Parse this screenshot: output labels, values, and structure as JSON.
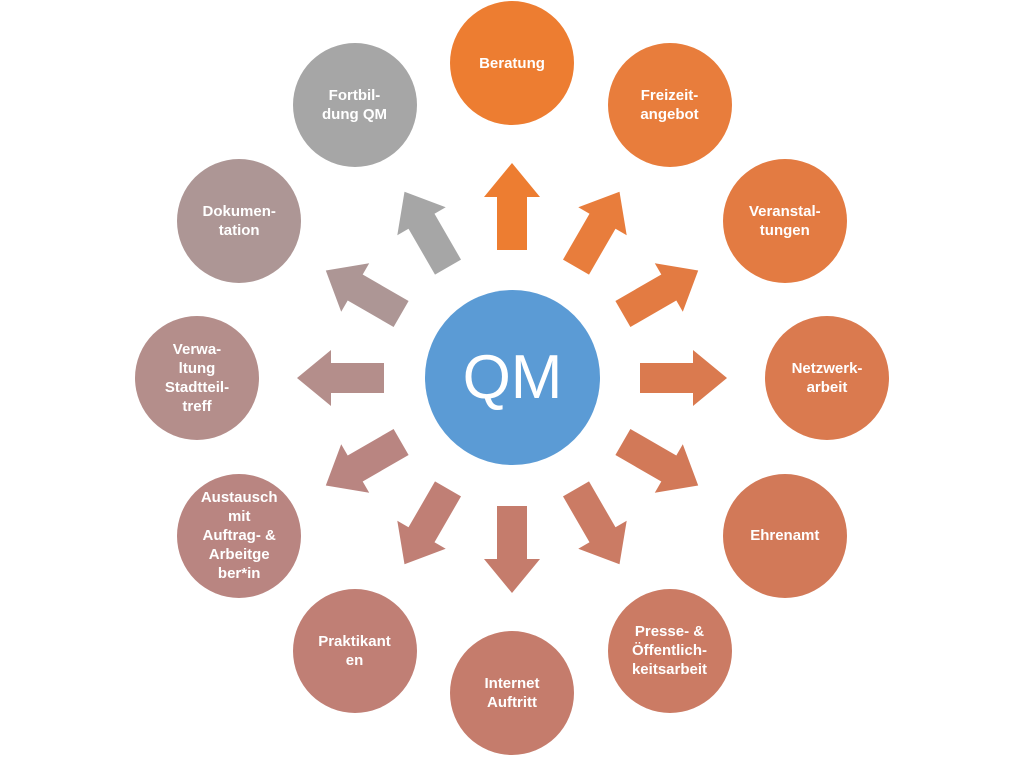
{
  "center": {
    "label": "QM",
    "color": "#5b9bd5"
  },
  "nodes": [
    {
      "id": "beratung",
      "label": "Beratung",
      "color": "#ed7d31"
    },
    {
      "id": "freizeitangebot",
      "label": "Freizeit-\nangebot",
      "color": "#e87d3c"
    },
    {
      "id": "veranstaltungen",
      "label": "Veranstal-\ntungen",
      "color": "#e37b42"
    },
    {
      "id": "netzwerkarbeit",
      "label": "Netzwerk-\narbeit",
      "color": "#da7a4f"
    },
    {
      "id": "ehrenamt",
      "label": "Ehrenamt",
      "color": "#d27958"
    },
    {
      "id": "presse",
      "label": "Presse- &\nÖffentlich-\nkeitsarbeit",
      "color": "#cb7b64"
    },
    {
      "id": "internet",
      "label": "Internet\nAuftritt",
      "color": "#c57c6c"
    },
    {
      "id": "praktikanten",
      "label": "Praktikant\nen",
      "color": "#c07f75"
    },
    {
      "id": "austausch",
      "label": "Austausch\nmit\nAuftrag- &\nArbeitge\nber*in",
      "color": "#b98581"
    },
    {
      "id": "verwaltung",
      "label": "Verwa-\nltung\nStadtteil-\ntreff",
      "color": "#b48e8b"
    },
    {
      "id": "dokumentation",
      "label": "Dokumen-\ntation",
      "color": "#ad9695"
    },
    {
      "id": "fortbildung",
      "label": "Fortbil-\ndung QM",
      "color": "#a6a6a6"
    }
  ]
}
